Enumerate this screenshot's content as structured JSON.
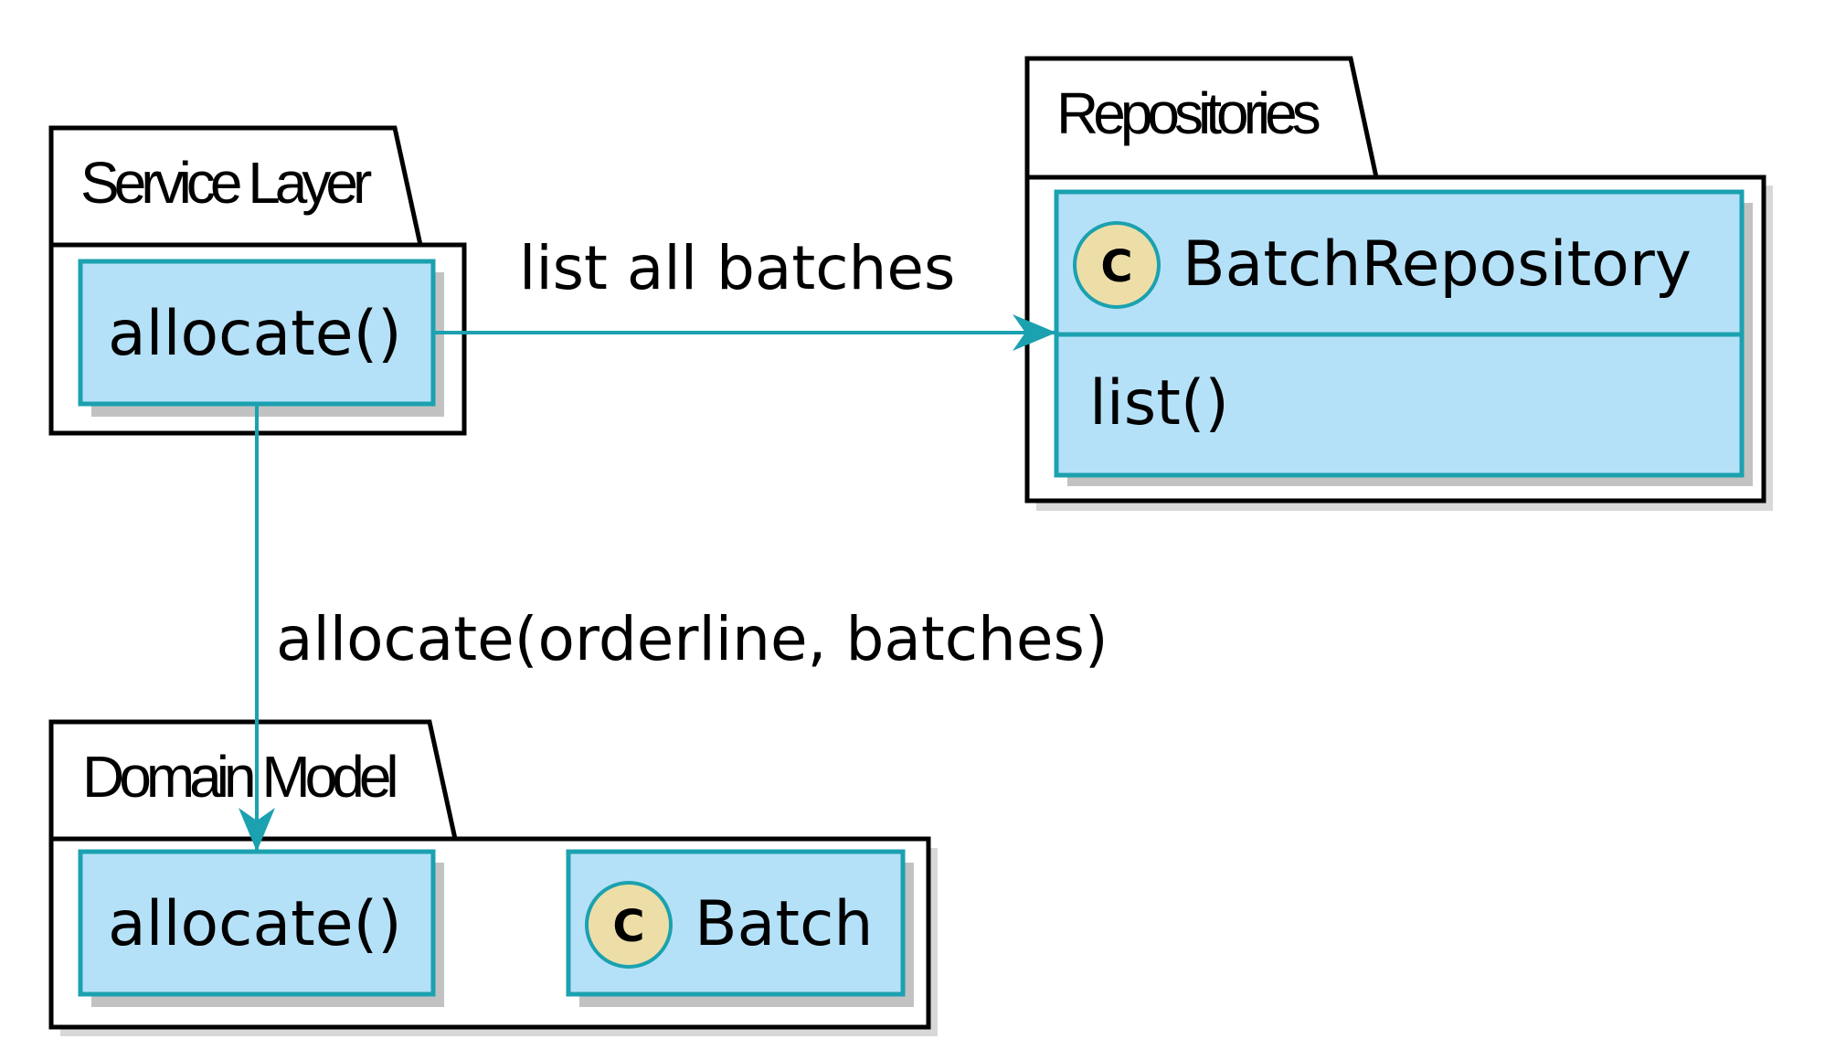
{
  "colors": {
    "node_fill": "#B5E1F8",
    "node_border": "#1BA1AF",
    "edge": "#1BA1AF",
    "class_badge": "#EDDEA8",
    "package_border": "#000000",
    "shadow": "#A8A8A8"
  },
  "packages": [
    {
      "title": "Service Layer",
      "icon": "folder-tab-icon"
    },
    {
      "title": "Repositories",
      "icon": "folder-tab-icon"
    },
    {
      "title": "Domain Model",
      "icon": "folder-tab-icon"
    }
  ],
  "nodes": {
    "service_allocate": {
      "label": "allocate()",
      "kind": "function"
    },
    "batch_repository": {
      "name": "BatchRepository",
      "stereotype_glyph": "C",
      "method": "list()",
      "kind": "class"
    },
    "domain_allocate": {
      "label": "allocate()",
      "kind": "function"
    },
    "batch": {
      "name": "Batch",
      "stereotype_glyph": "C",
      "kind": "class"
    }
  },
  "edges": [
    {
      "from": "Service Layer.allocate()",
      "to": "BatchRepository",
      "label": "list all batches"
    },
    {
      "from": "Service Layer.allocate()",
      "to": "Domain Model.allocate()",
      "label": "allocate(orderline, batches)"
    }
  ]
}
